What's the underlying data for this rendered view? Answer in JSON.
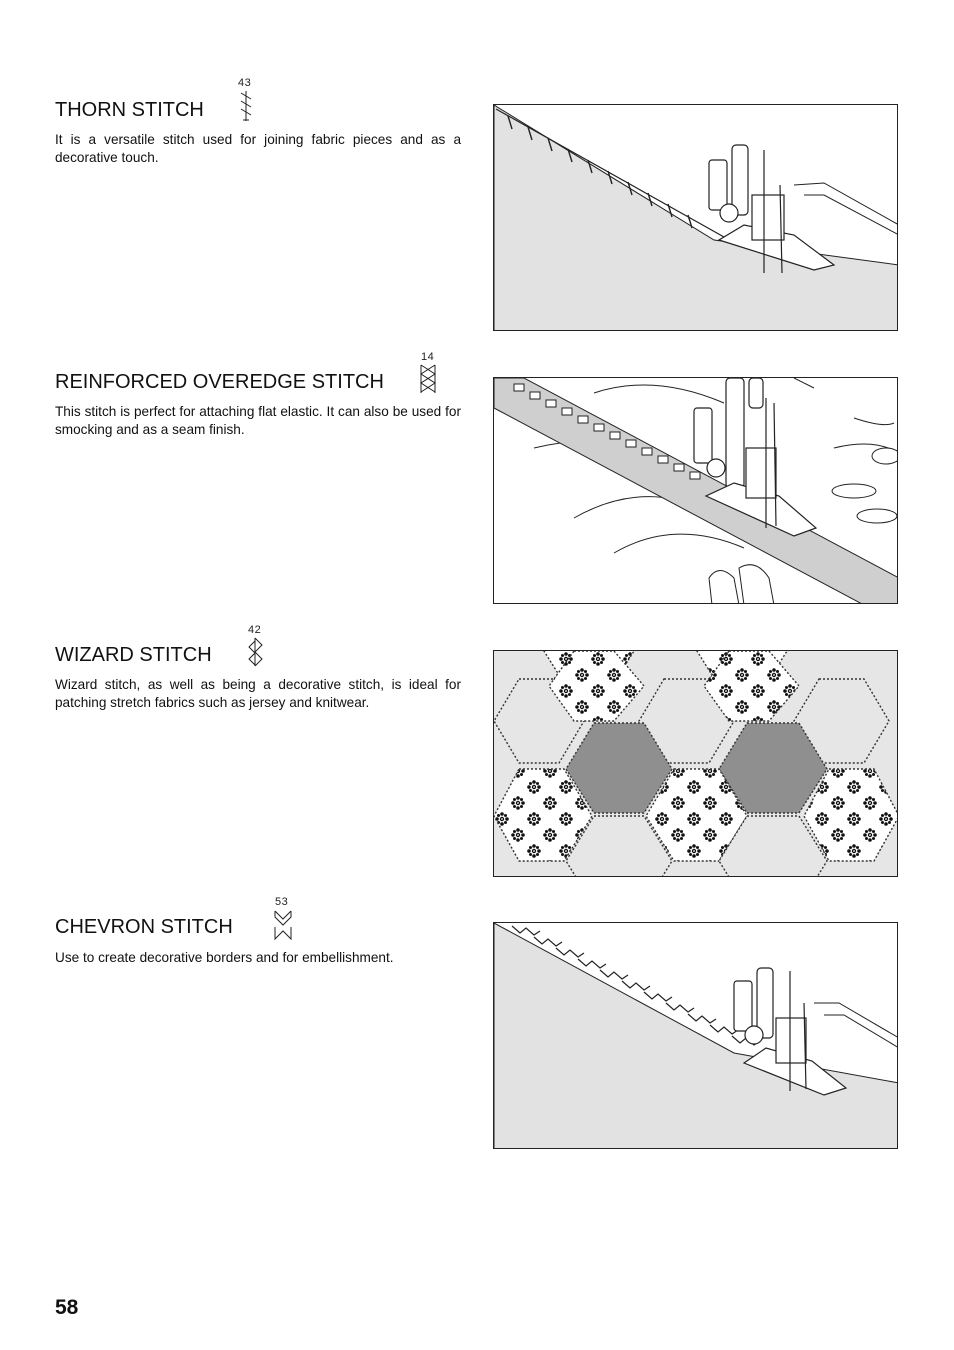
{
  "sections": [
    {
      "title": "THORN STITCH",
      "stitch_number": "43",
      "description": "It is a versatile stitch used for joining fabric pieces and as a decorative touch."
    },
    {
      "title": "REINFORCED OVEREDGE STITCH",
      "stitch_number": "14",
      "description": "This stitch is perfect for attaching flat elastic. It can also be used for smocking and as a seam finish."
    },
    {
      "title": "WIZARD STITCH",
      "stitch_number": "42",
      "description": "Wizard stitch, as well as being a decorative stitch, is ideal for patching stretch fabrics such as jersey and knitwear."
    },
    {
      "title": "CHEVRON STITCH",
      "stitch_number": "53",
      "description": "Use to create decorative borders and for embellishment."
    }
  ],
  "page_number": "58",
  "colors": {
    "fabric_gray": "#e2e2e2",
    "elastic_gray": "#cfcfcf",
    "hex_dark": "#8f8f8f",
    "hex_light": "#e6e6e6",
    "line": "#222222"
  }
}
